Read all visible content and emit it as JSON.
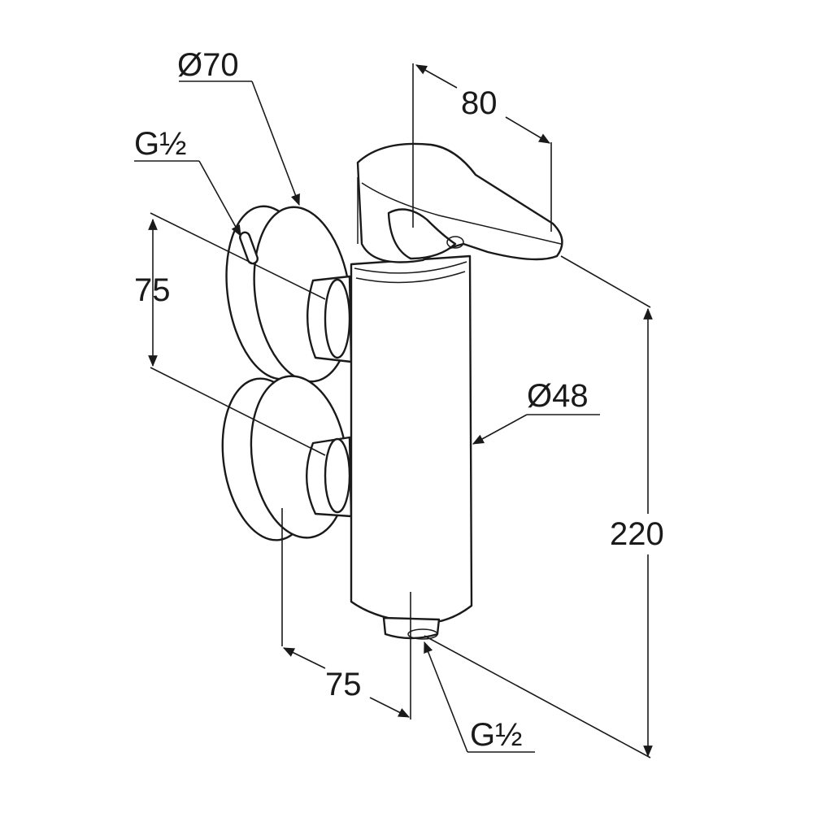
{
  "drawing": {
    "dimensions": {
      "flange_diameter": "Ø70",
      "inlet_thread": "G½",
      "inlet_spacing": "75",
      "lever_reach": "80",
      "body_diameter": "Ø48",
      "overall_height": "220",
      "wall_projection": "75",
      "outlet_thread": "G½"
    },
    "line_color": "#1a1a1a"
  }
}
